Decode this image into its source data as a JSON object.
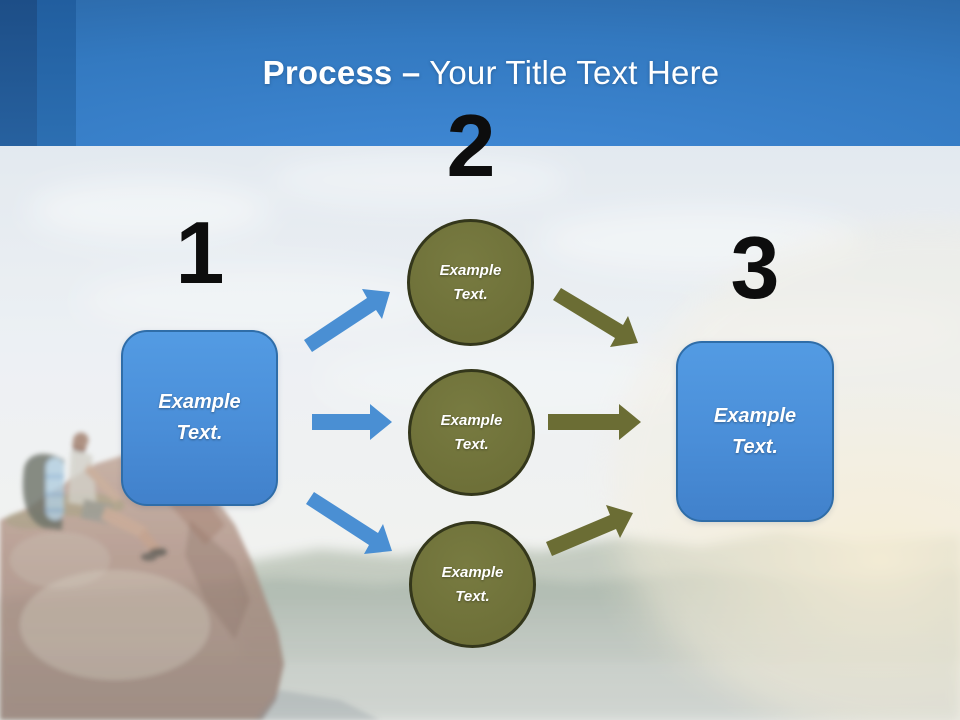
{
  "title": {
    "emphasis": "Process –",
    "rest": "Your Title Text Here"
  },
  "process": {
    "steps": [
      {
        "number": "1",
        "label": "Example Text."
      },
      {
        "number": "2",
        "items": [
          "Example Text.",
          "Example Text.",
          "Example Text."
        ]
      },
      {
        "number": "3",
        "label": "Example Text."
      }
    ]
  },
  "colors": {
    "header_dark": "#24588f",
    "header_mid": "#3379c0",
    "header_bright": "#4089d6",
    "stripe_dark": "#1f5490",
    "stripe_medium": "#2767ab",
    "shape_blue": "#4a8ed8",
    "shape_blue_border": "#2f6da8",
    "shape_olive": "#6a6c35",
    "shape_olive_border": "#34371b",
    "arrow_blue": "#4a8fd3",
    "arrow_olive": "#6b6d34",
    "number_black": "#0d0d0d",
    "title_white": "#ffffff"
  }
}
